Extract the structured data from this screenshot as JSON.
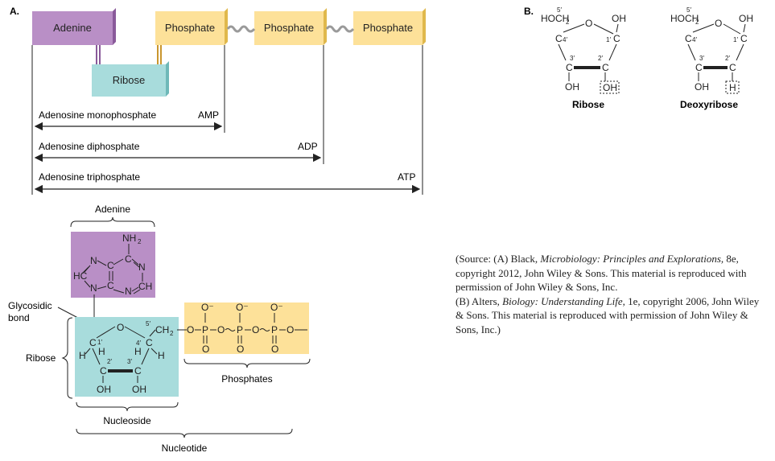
{
  "panel_a": {
    "label": "A.",
    "adenine": "Adenine",
    "ribose": "Ribose",
    "phosphates": [
      "Phosphate",
      "Phosphate",
      "Phosphate"
    ],
    "amp_name": "Adenosine monophosphate",
    "amp_abbr": "AMP",
    "adp_name": "Adenosine diphosphate",
    "adp_abbr": "ADP",
    "atp_name": "Adenosine triphosphate",
    "atp_abbr": "ATP"
  },
  "panel_b": {
    "label": "B.",
    "ribose_caption": "Ribose",
    "deoxyribose_caption": "Deoxyribose",
    "hoch2": "HOCH",
    "sub2": "2",
    "ring_o": "O",
    "oh": "OH",
    "h": "H",
    "c": "C",
    "p5": "5′",
    "p4": "4′",
    "p3": "3′",
    "p2": "2′",
    "p1": "1′"
  },
  "structure": {
    "adenine_label": "Adenine",
    "nh2": "NH",
    "nh2_sub": "2",
    "glycosidic_bond": [
      "Glycosidic",
      "bond"
    ],
    "ribose_label": "Ribose",
    "nucleoside_label": "Nucleoside",
    "nucleotide_label": "Nucleotide",
    "phosphates_label": "Phosphates",
    "o_minus": "O⁻",
    "o": "O",
    "p": "P",
    "n": "N",
    "c": "C",
    "h": "H",
    "hc": "HC",
    "ch": "CH",
    "oh": "OH",
    "ch2": "CH",
    "ch2_sub": "2",
    "p5": "5′",
    "p4": "4′",
    "p3": "3′",
    "p2": "2′",
    "p1": "1′"
  },
  "source": {
    "a_prefix": "(Source: (A) Black, ",
    "a_title": "Microbiology: Principles and Explorations,",
    "a_rest": " 8e, copyright 2012, John Wiley & Sons. This material is reproduced with permission of John Wiley & Sons, Inc.",
    "b_prefix": "(B) Alters, ",
    "b_title": "Biology: Understanding Life,",
    "b_rest": " 1e, copyright 2006, John Wiley & Sons. This material is reproduced with permission of John Wiley & Sons, Inc.)"
  },
  "colors": {
    "adenine_fill": "#b98fc6",
    "ribose_fill": "#a8dcdc",
    "phosphate_fill": "#fde199",
    "phosphate_edge": "#e0b84c",
    "bond_wavy": "#9a9a9a"
  }
}
